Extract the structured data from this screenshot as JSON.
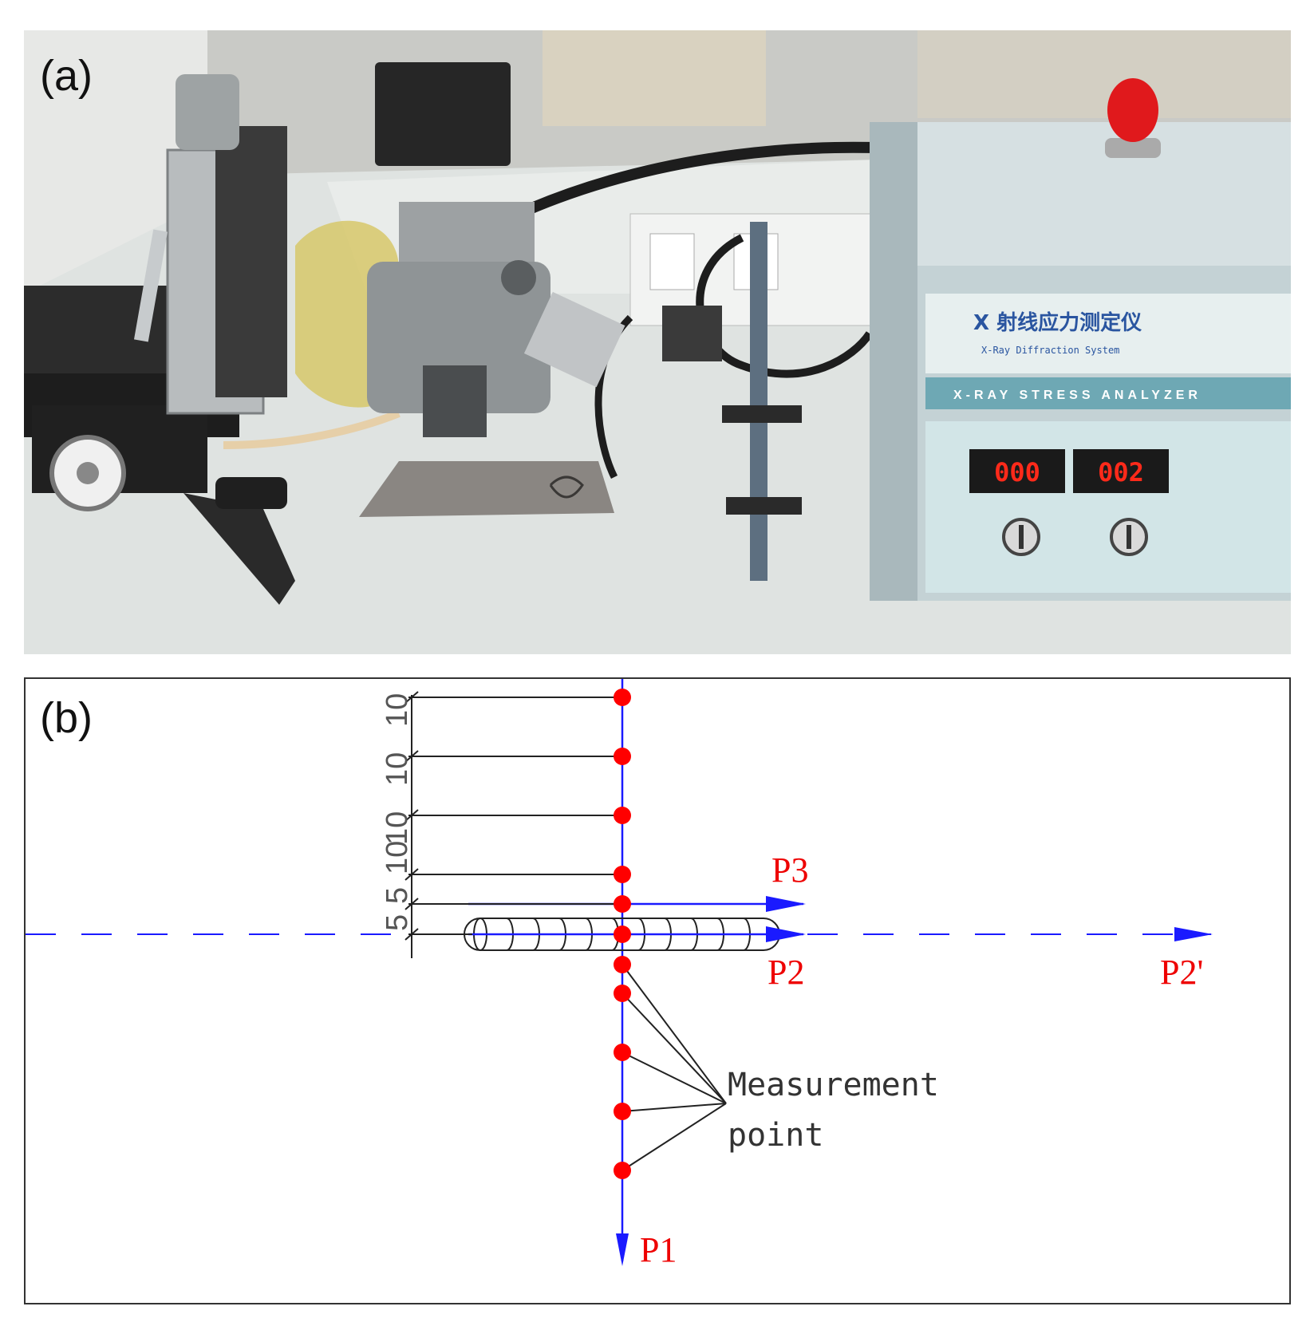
{
  "figure": {
    "panel_a": {
      "label": "(a)",
      "device_panel": {
        "sign_main": "X 射线应力测定仪",
        "sign_sub": "X-Ray Diffraction System",
        "strip_text": "X-RAY STRESS ANALYZER",
        "display_left": "000",
        "display_right": "002"
      },
      "colors": {
        "beacon": "#e0191c",
        "led": "#ff2a1a",
        "sign_text": "#2a55a0"
      }
    },
    "panel_b": {
      "label": "(b)",
      "dimension_labels": [
        "10",
        "10",
        "10",
        "10",
        "5",
        "5"
      ],
      "path_labels": {
        "p1": "P1",
        "p2": "P2",
        "p2_prime": "P2'",
        "p3": "P3"
      },
      "annotation": {
        "line1": "Measurement",
        "line2": "point"
      },
      "colors": {
        "axis": "#1a1aff",
        "marker": "#ff0000",
        "path_label": "#ee0000",
        "dimension": "#222222"
      }
    }
  }
}
